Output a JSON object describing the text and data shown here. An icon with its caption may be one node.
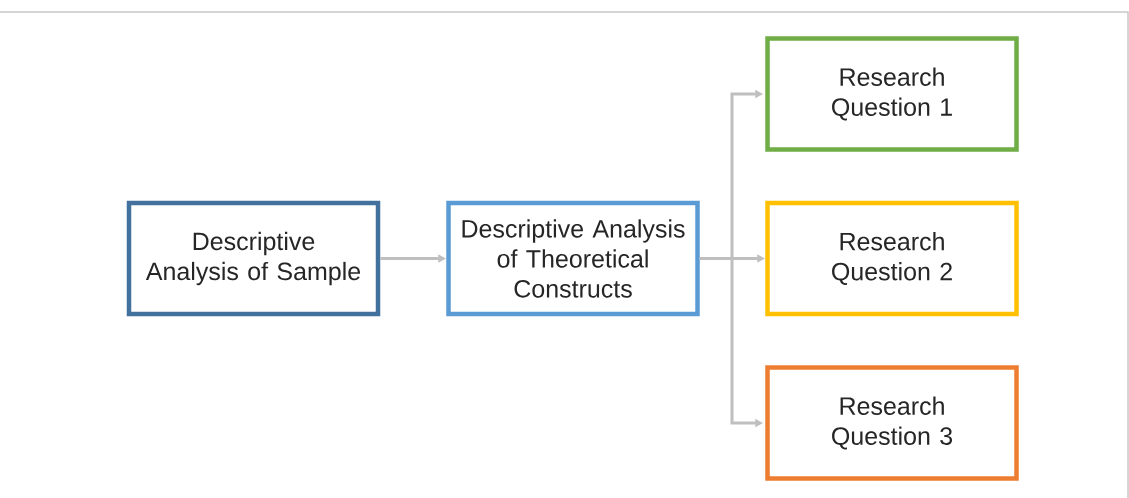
{
  "diagram": {
    "nodes": [
      {
        "text": [
          "Descriptive Analysis of Sample"
        ]
      },
      {
        "text": [
          "Descriptive Analysis of Theoretical Constructs"
        ]
      },
      {
        "text": [
          "Research Question 1"
        ]
      },
      {
        "text": [
          "Research Question 2"
        ]
      },
      {
        "text": [
          "Research Question 3"
        ]
      }
    ],
    "edges": [
      {
        "from": 0,
        "to": 1,
        "arrow": "to"
      },
      {
        "from": 1,
        "to": 2,
        "arrow": "to"
      },
      {
        "from": 1,
        "to": 3,
        "arrow": "to"
      },
      {
        "from": 1,
        "to": 4,
        "arrow": "to"
      }
    ]
  }
}
